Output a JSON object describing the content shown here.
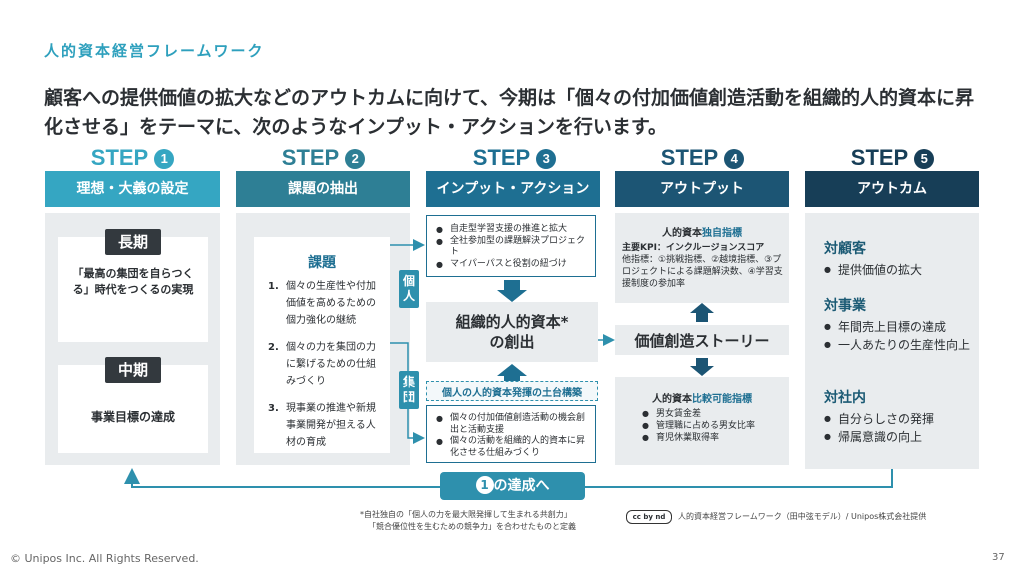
{
  "kicker": "人的資本経営フレームワーク",
  "headline": "顧客への提供価値の拡大などのアウトカムに向けて、今期は「個々の付加価値創造活動を組織的人的資本に昇化させる」をテーマに、次のようなインプット・アクションを行います。",
  "colors": {
    "step1": "#35a6c2",
    "step2": "#2e7f95",
    "step3": "#1e6f92",
    "step4": "#1c5574",
    "step5": "#173e57"
  },
  "steps": [
    {
      "label": "STEP",
      "num": "1",
      "title": "理想・大義の設定"
    },
    {
      "label": "STEP",
      "num": "2",
      "title": "課題の抽出"
    },
    {
      "label": "STEP",
      "num": "3",
      "title": "インプット・アクション"
    },
    {
      "label": "STEP",
      "num": "4",
      "title": "アウトプット"
    },
    {
      "label": "STEP",
      "num": "5",
      "title": "アウトカム"
    }
  ],
  "col1": {
    "long_tag": "長期",
    "long_text": "「最高の集団を自らつくる」時代をつくるの実現",
    "mid_tag": "中期",
    "mid_text": "事業目標の達成"
  },
  "col2": {
    "title": "課題",
    "items": [
      {
        "n": "1.",
        "text": "個々の生産性や付加価値を高めるための個力強化の継続"
      },
      {
        "n": "2.",
        "text": "個々の力を集団の力に繋げるための仕組みづくり"
      },
      {
        "n": "3.",
        "text": "現事業の推進や新規事業開発が担える人材の育成"
      }
    ]
  },
  "col3": {
    "top_items": [
      "自走型学習支援の推進と拡大",
      "全社参加型の課題解決プロジェクト",
      "マイパーパスと役割の紐づけ"
    ],
    "individual_tag": "個人",
    "group_tag": "集団",
    "center": "組織的人的資本*の創出",
    "foundation": "個人の人的資本発揮の土台構築",
    "bottom_items": [
      "個々の付加価値創造活動の機会創出と活動支援",
      "個々の活動を組織的人的資本に昇化させる仕組みづくり"
    ]
  },
  "col4": {
    "top_title_pre": "人的資本",
    "top_title_em": "独自指標",
    "kpi": "主要KPI：インクルージョンスコア",
    "others": "他指標：①挑戦指標、②越境指標、③プロジェクトによる課題解決数、④学習支援制度の参加率",
    "story": "価値創造ストーリー",
    "bottom_title_pre": "人的資本",
    "bottom_title_em": "比較可能指標",
    "bottom_items": [
      "男女賃金差",
      "管理職に占める男女比率",
      "育児休業取得率"
    ]
  },
  "col5": {
    "groups": [
      {
        "head": "対顧客",
        "items": [
          "提供価値の拡大"
        ]
      },
      {
        "head": "対事業",
        "items": [
          "年間売上目標の達成",
          "一人あたりの生産性向上"
        ]
      },
      {
        "head": "対社内",
        "items": [
          "自分らしさの発揮",
          "帰属意識の向上"
        ]
      }
    ]
  },
  "loop": {
    "num": "1",
    "label": "の達成へ"
  },
  "footnote1": "*自社独自の「個人の力を最大限発揮して生まれる共創力」",
  "footnote2": "「競合優位性を生むための競争力」を合わせたものと定義",
  "credit": "人的資本経営フレームワーク（田中弦モデル）/ Unipos株式会社提供",
  "license": "cc by nd",
  "copyright": "© Unipos Inc. All Rights Reserved.",
  "page_number": "37"
}
